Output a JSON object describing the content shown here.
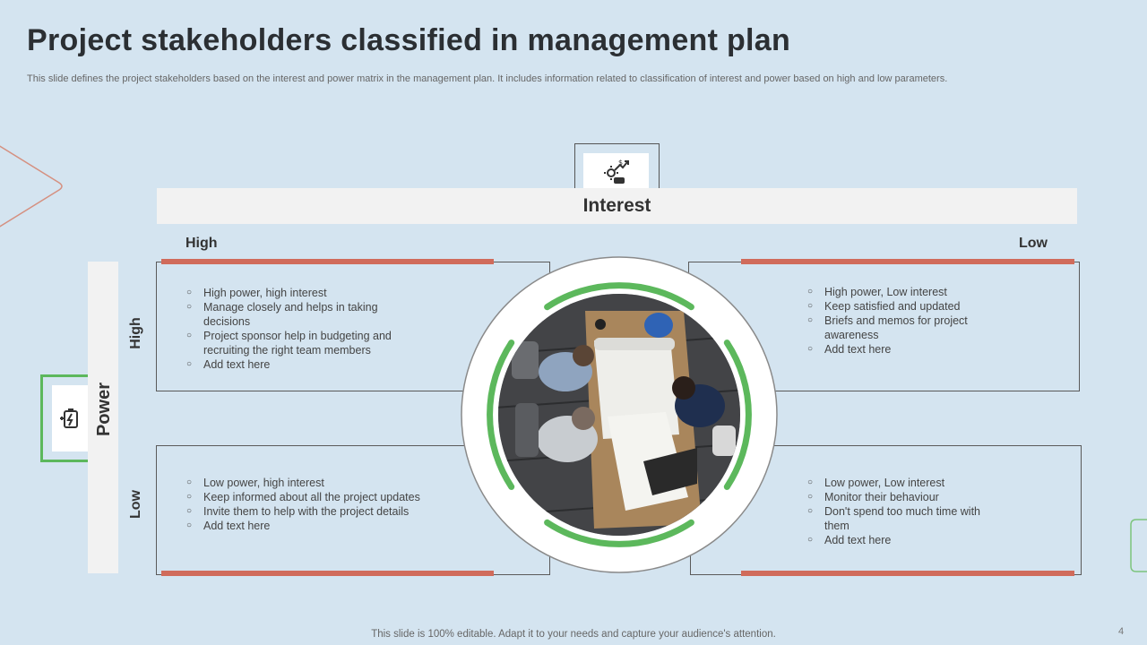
{
  "title": "Project stakeholders classified in management plan",
  "subtitle": "This slide defines the project stakeholders based on the interest and power matrix in the management plan. It includes information related to classification of interest and power based on high and low parameters.",
  "interest_label": "Interest",
  "power_label": "Power",
  "interest_high": "High",
  "interest_low": "Low",
  "power_high": "High",
  "power_low": "Low",
  "quadrants": {
    "top_left": [
      "High power, high interest",
      "Manage closely and helps in taking decisions",
      "Project sponsor help in budgeting and recruiting the right team members",
      "Add text here"
    ],
    "top_right": [
      "High power, Low interest",
      "Keep satisfied and updated",
      "Briefs and memos for project awareness",
      "Add text here"
    ],
    "bottom_left": [
      "Low power, high interest",
      "Keep informed about all the project updates",
      "Invite them to help with the project details",
      "Add text here"
    ],
    "bottom_right": [
      "Low power, Low interest",
      "Monitor their behaviour",
      "Don't spend too much time with them",
      "Add text here"
    ]
  },
  "center_image": "team-meeting-photo",
  "footer": "This slide is 100% editable. Adapt it to your needs and capture your audience's attention.",
  "page_number": "4",
  "colors": {
    "accent_red": "#d06b5b",
    "accent_green": "#5cb85c",
    "background": "#d4e4f0"
  }
}
